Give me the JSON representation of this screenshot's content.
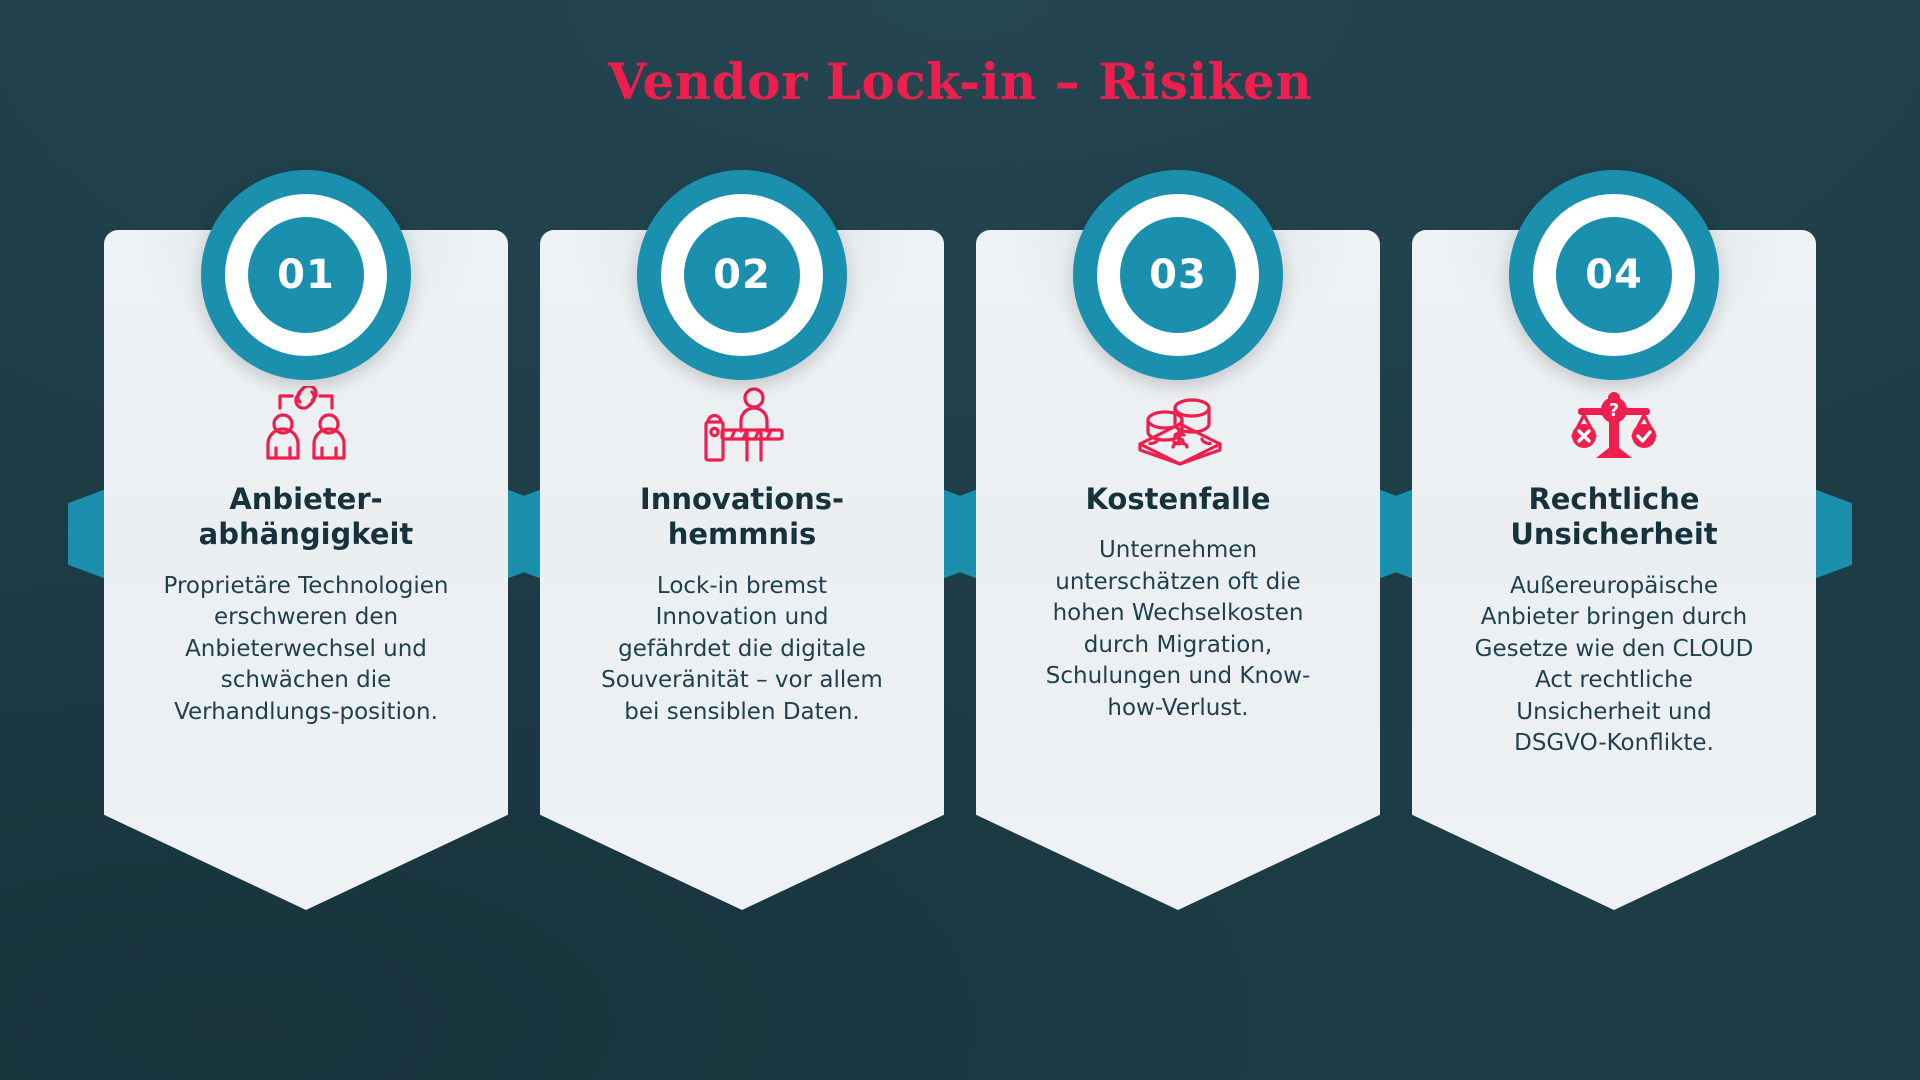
{
  "page": {
    "title": "Vendor Lock-in – Risiken",
    "background_color": "#1d3c46",
    "accent_color": "#ee1f4e",
    "badge_color": "#1b8fae",
    "card_color": "#eef2f4"
  },
  "cards": [
    {
      "number": "01",
      "icon": "users-chain-icon",
      "title": "Anbieter-\nabhängigkeit",
      "title_line1": "Anbieter-",
      "title_line2": "abhängigkeit",
      "body": "Proprietäre Technologien erschweren den Anbieterwechsel und schwächen die Verhandlungs-position."
    },
    {
      "number": "02",
      "icon": "barrier-person-icon",
      "title": "Innovations-\nhemmnis",
      "title_line1": "Innovations-",
      "title_line2": "hemmnis",
      "body": "Lock-in bremst Innovation und gefährdet die digitale Souveränität – vor allem bei sensiblen Daten."
    },
    {
      "number": "03",
      "icon": "money-coins-icon",
      "title": "Kostenfalle",
      "title_line1": "Kostenfalle",
      "title_line2": "",
      "body": "Unternehmen unterschätzen oft die hohen Wechselkosten durch Migration, Schulungen und Know-how-Verlust."
    },
    {
      "number": "04",
      "icon": "scales-question-icon",
      "title": "Rechtliche\nUnsicherheit",
      "title_line1": "Rechtliche",
      "title_line2": "Unsicherheit",
      "body": "Außereuropäische Anbieter bringen durch Gesetze wie den CLOUD Act rechtliche Unsicherheit und DSGVO-Konflikte."
    }
  ]
}
